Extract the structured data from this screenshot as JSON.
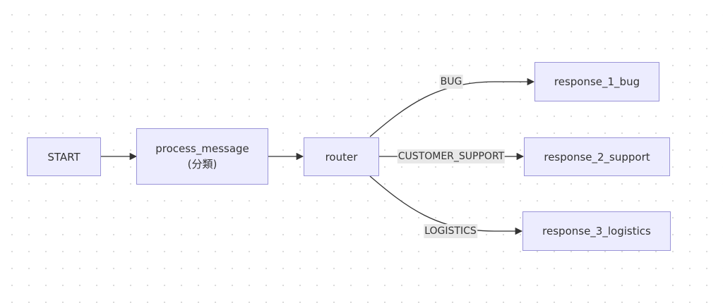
{
  "nodes": {
    "start": {
      "label": "START"
    },
    "process_message": {
      "label": "process_message",
      "sublabel": "(分類)"
    },
    "router": {
      "label": "router"
    },
    "response_1_bug": {
      "label": "response_1_bug"
    },
    "response_2_support": {
      "label": "response_2_support"
    },
    "response_3_logistics": {
      "label": "response_3_logistics"
    }
  },
  "edges": {
    "bug": {
      "label": "BUG"
    },
    "customer_support": {
      "label": "CUSTOMER_SUPPORT"
    },
    "logistics": {
      "label": "LOGISTICS"
    }
  },
  "colors": {
    "node_fill": "#ececfe",
    "node_border": "#9a94d8",
    "edge_stroke": "#333333",
    "edge_label_bg": "#e8e8e8"
  }
}
